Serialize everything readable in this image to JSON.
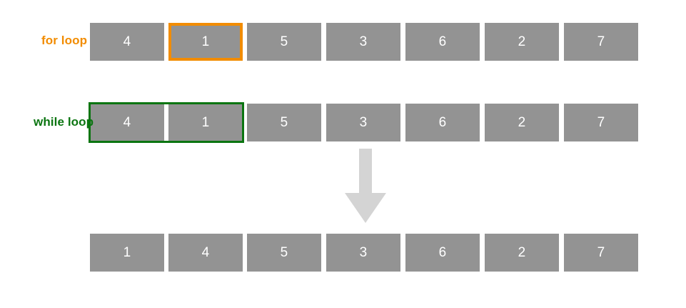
{
  "figure": {
    "title": "insertion sort step: for loop and while loop pointers",
    "background_color": "#ffffff",
    "cell_color": "#939393",
    "cell_text_color": "#ffffff",
    "arrow_color": "#d4d4d4"
  },
  "labels": {
    "for_loop": "for loop",
    "for_loop_color": "#F28C00",
    "while_loop": "while loop",
    "while_loop_color": "#0B7511"
  },
  "rows": [
    {
      "name": "for-loop-row",
      "label": "for loop",
      "values": [
        "4",
        "1",
        "5",
        "3",
        "6",
        "2",
        "7"
      ],
      "highlight_index": 1,
      "highlight_color": "#F28C00"
    },
    {
      "name": "while-loop-row",
      "label": "while loop",
      "values": [
        "4",
        "1",
        "5",
        "3",
        "6",
        "2",
        "7"
      ],
      "bracket_start_index": 0,
      "bracket_end_index": 1,
      "bracket_color": "#0B7511"
    },
    {
      "name": "result-row",
      "label": "",
      "values": [
        "1",
        "4",
        "5",
        "3",
        "6",
        "2",
        "7"
      ]
    }
  ],
  "arrow": {
    "direction": "down",
    "icon": "arrow-down-icon",
    "color": "#d4d4d4"
  }
}
